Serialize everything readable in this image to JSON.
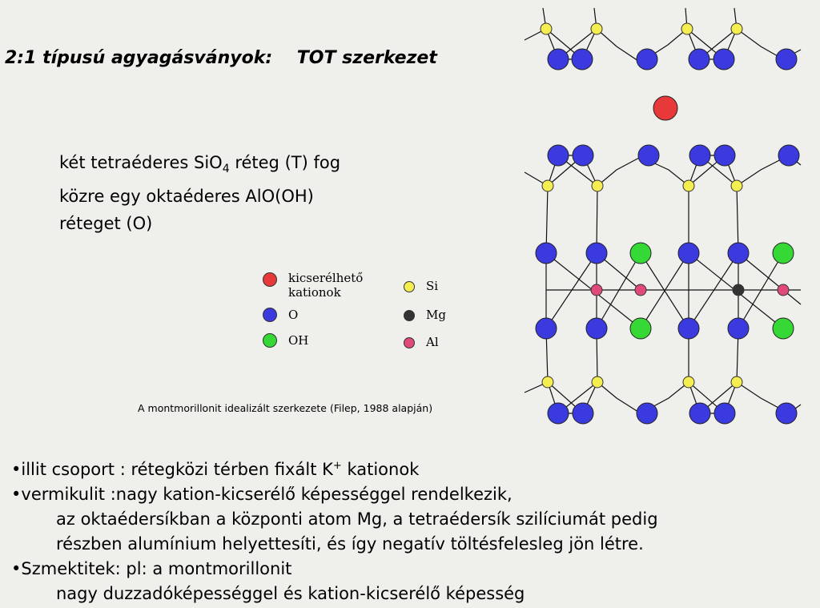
{
  "title": "2:1 típusú agyagásványok:    TOT szerkezet",
  "description": {
    "line1_pre": "két tetraéderes SiO",
    "line1_sub": "4",
    "line1_post": " réteg (T) fog",
    "line2": "közre egy oktaéderes AlO(OH)",
    "line3": "réteget (O)"
  },
  "legend": [
    {
      "label": "kicserélhető",
      "label2": "kationok",
      "color": "#e8393a",
      "icon": "red-atom"
    },
    {
      "label": "O",
      "color": "#3a3adf",
      "icon": "blue-atom"
    },
    {
      "label": "OH",
      "color": "#35d835",
      "icon": "green-atom"
    },
    {
      "label": "Si",
      "color": "#f5ee50",
      "icon": "yellow-atom"
    },
    {
      "label": "Mg",
      "color": "#333333",
      "icon": "black-atom"
    },
    {
      "label": "Al",
      "color": "#e04a7a",
      "icon": "pink-atom"
    }
  ],
  "caption": "A montmorillonit idealizált szerkezete (Filep, 1988 alapján)",
  "bullets": {
    "b1_pre": "•illit csoport :  rétegközi térben fixált K",
    "b1_sup": "+",
    "b1_post": " kationok",
    "b2": "•vermikulit :nagy kation-kicserélő képességgel rendelkezik,",
    "b2_l2": "az oktaédersíkban a központi atom Mg, a tetraédersík szilíciumát pedig",
    "b2_l3": "részben alumínium helyettesíti, és így negatív töltésfelesleg jön létre.",
    "b3": "•Szmektitek: pl: a montmorillonit",
    "b3_l2": "nagy duzzadóképességgel és kation-kicserélő képesség"
  }
}
